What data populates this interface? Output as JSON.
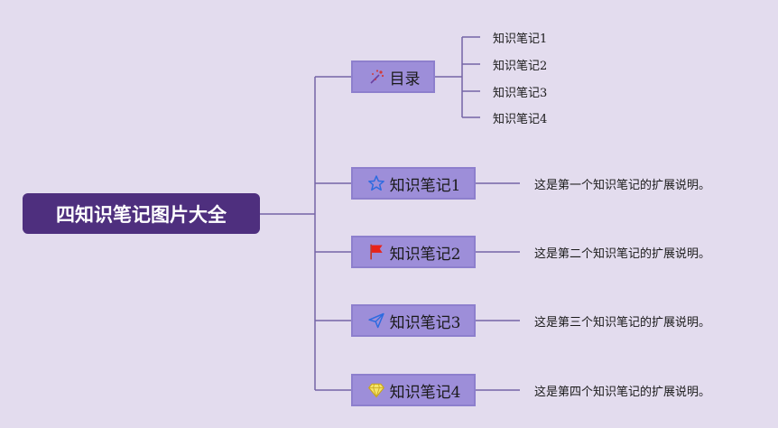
{
  "root": {
    "title": "四知识笔记图片大全"
  },
  "catalog": {
    "label": "目录",
    "items": [
      "知识笔记1",
      "知识笔记2",
      "知识笔记3",
      "知识笔记4"
    ]
  },
  "notes": [
    {
      "label": "知识笔记1",
      "icon": "star-icon",
      "desc": "这是第一个知识笔记的扩展说明。"
    },
    {
      "label": "知识笔记2",
      "icon": "flag-icon",
      "desc": "这是第二个知识笔记的扩展说明。"
    },
    {
      "label": "知识笔记3",
      "icon": "paper-plane-icon",
      "desc": "这是第三个知识笔记的扩展说明。"
    },
    {
      "label": "知识笔记4",
      "icon": "diamond-icon",
      "desc": "这是第四个知识笔记的扩展说明。"
    }
  ],
  "colors": {
    "background": "#e3dcee",
    "root": "#4e2f7e",
    "node": "#9d8ed9",
    "line": "#7a6aa8"
  }
}
